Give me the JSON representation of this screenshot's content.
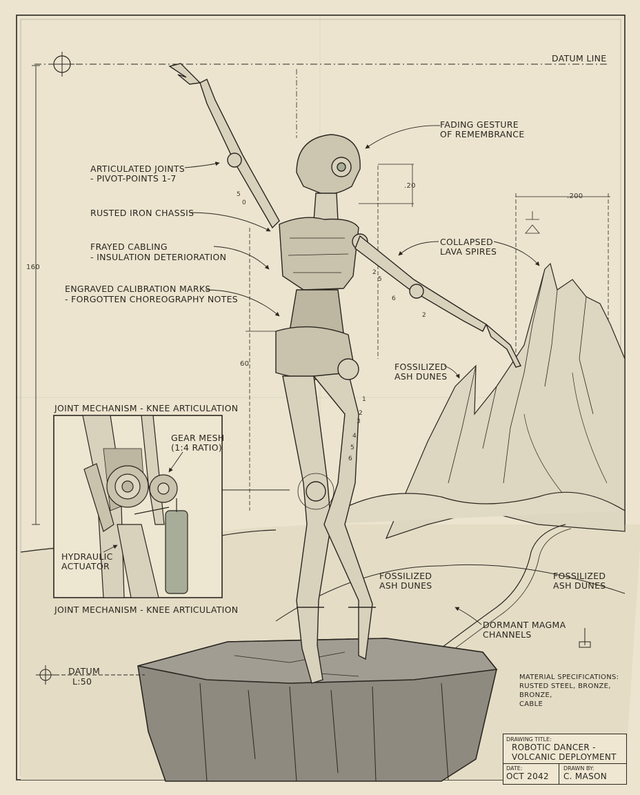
{
  "labels": {
    "datum_line": "DATUM LINE",
    "fading_gesture_1": "FADING GESTURE",
    "fading_gesture_2": "OF REMEMBRANCE",
    "articulated_joints_1": "ARTICULATED JOINTS",
    "articulated_joints_2": "- PIVOT-POINTS 1-7",
    "rusted_chassis": "RUSTED IRON CHASSIS",
    "frayed_cabling_1": "FRAYED CABLING",
    "frayed_cabling_2": "- INSULATION DETERIORATION",
    "engraved_marks_1": "ENGRAVED CALIBRATION MARKS",
    "engraved_marks_2": "- FORGOTTEN CHOREOGRAPHY NOTES",
    "collapsed_spires_1": "COLLAPSED",
    "collapsed_spires_2": "LAVA SPIRES",
    "fossil_dunes_top_1": "FOSSILIZED",
    "fossil_dunes_top_2": "ASH DUNES",
    "fossil_dunes_mid_1": "FOSSILIZED",
    "fossil_dunes_mid_2": "ASH DUNES",
    "fossil_dunes_right_1": "FOSSILIZED",
    "fossil_dunes_right_2": "ASH DUNES",
    "magma_channels_1": "DORMANT MAGMA",
    "magma_channels_2": "CHANNELS",
    "inset_title_top": "JOINT MECHANISM - KNEE ARTICULATION",
    "inset_title_bottom": "JOINT MECHANISM - KNEE ARTICULATION",
    "gear_mesh_1": "GEAR MESH",
    "gear_mesh_2": "(1:4 RATIO)",
    "hydraulic_1": "HYDRAULIC",
    "hydraulic_2": "ACTUATOR",
    "datum_1": "DATUM",
    "datum_2": "L:50",
    "material_1": "MATERIAL SPECIFICATIONS:",
    "material_2": "RUSTED STEEL, BRONZE,",
    "material_3": "BRONZE,",
    "material_4": "CABLE"
  },
  "dimensions": {
    "left_height": "160",
    "mid_height": "60",
    "arm_offset": ".20",
    "spire_width": ".200",
    "joint_numbers": [
      "1",
      "2",
      "3",
      "4",
      "5",
      "6"
    ],
    "arm_numbers": [
      "5",
      "0",
      "2",
      "5",
      "6",
      "2"
    ]
  },
  "title_block": {
    "drawing_title_label": "DRAWING TITLE:",
    "title_line_1": "ROBOTIC DANCER -",
    "title_line_2": "VOLCANIC DEPLOYMENT",
    "date_label": "DATE:",
    "date_value": "OCT 2042",
    "drawn_by_label": "DRAWN BY:",
    "drawn_by_value": "C. MASON"
  },
  "colors": {
    "paper": "#ece4cf",
    "ink": "#2a2620",
    "rock": "#8e8a80",
    "rock_dark": "#6e6a62",
    "accent_green": "#a7ad98"
  }
}
